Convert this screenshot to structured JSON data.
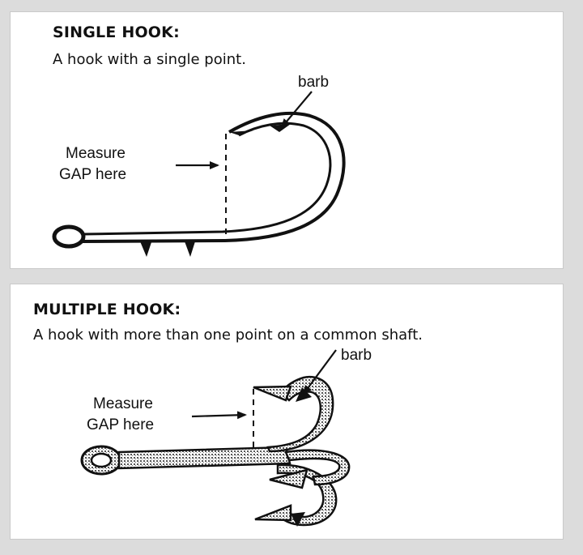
{
  "single": {
    "heading": "SINGLE HOOK:",
    "description": "A hook with a single point.",
    "barb_label": "barb",
    "measure_label_line1": "Measure",
    "measure_label_line2": "GAP here"
  },
  "multiple": {
    "heading": "MULTIPLE HOOK:",
    "description": "A hook with more than one point on a common shaft.",
    "barb_label": "barb",
    "measure_label_line1": "Measure",
    "measure_label_line2": "GAP here"
  }
}
